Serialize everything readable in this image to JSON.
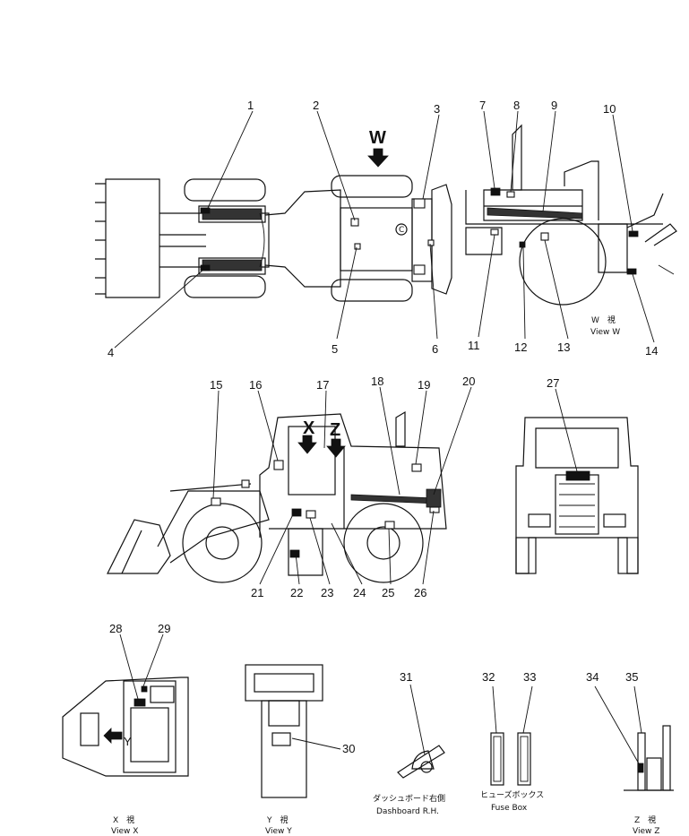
{
  "views": {
    "top_view_arrow": "W",
    "view_w_caption_ja": "W　視",
    "view_w_caption": "View W",
    "side_view_arrow_x": "X",
    "side_view_arrow_z": "Z",
    "view_x_arrow": "Y",
    "view_x_caption_ja": "X　視",
    "view_x_caption": "View X",
    "view_y_caption_ja": "Y　視",
    "view_y_caption": "View Y",
    "dashboard_caption_ja": "ダッシュボード右側",
    "dashboard_caption": "Dashboard R.H.",
    "fuse_caption_ja": "ヒューズボックス",
    "fuse_caption": "Fuse Box",
    "view_z_caption_ja": "Z　視",
    "view_z_caption": "View Z"
  },
  "callouts": [
    "1",
    "2",
    "3",
    "4",
    "5",
    "6",
    "7",
    "8",
    "9",
    "10",
    "11",
    "12",
    "13",
    "14",
    "15",
    "16",
    "17",
    "18",
    "19",
    "20",
    "21",
    "22",
    "23",
    "24",
    "25",
    "26",
    "27",
    "28",
    "29",
    "30",
    "31",
    "32",
    "33",
    "34",
    "35"
  ]
}
